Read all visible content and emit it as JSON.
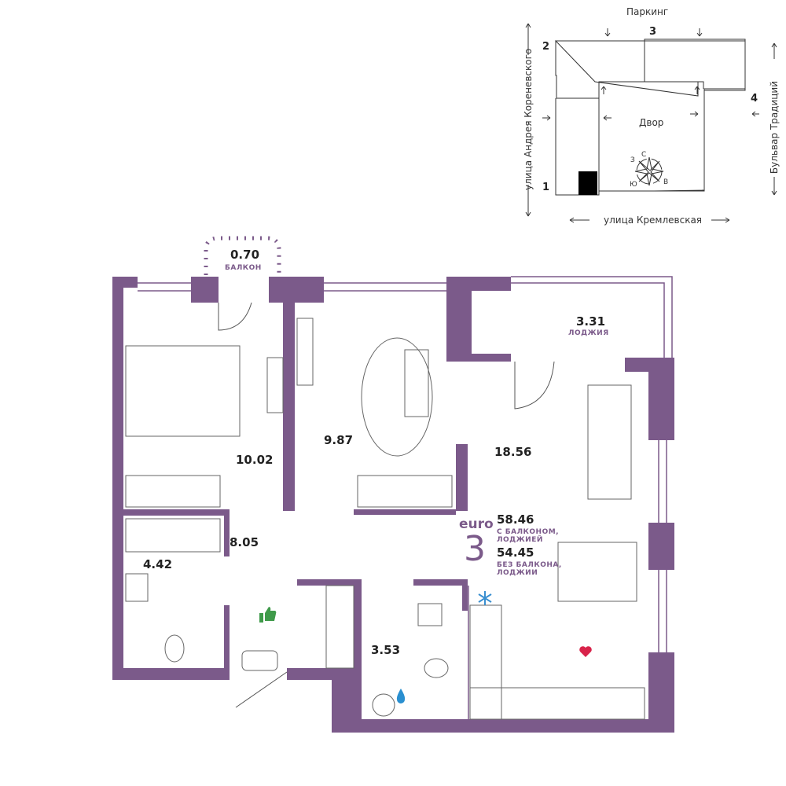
{
  "colors": {
    "wall": "#7b5a8a",
    "thumb": "#3f9a4a",
    "drop": "#2a8fd0",
    "heart": "#d8234a",
    "snow": "#3a8fd0"
  },
  "site_map": {
    "parking": "Паркинг",
    "yard": "Двор",
    "street_left": "улица Андрея Кореневского",
    "street_right": "Бульвар Традиций",
    "street_bottom": "улица Кремлевская",
    "sections": [
      "1",
      "2",
      "3",
      "4"
    ],
    "compass": {
      "n": "С",
      "s": "Ю",
      "w": "З",
      "e": "В"
    }
  },
  "rooms": {
    "balcony": {
      "area": "0.70",
      "label": "БАЛКОН"
    },
    "loggia": {
      "area": "3.31",
      "label": "ЛОДЖИЯ"
    },
    "bedroom1": {
      "area": "10.02"
    },
    "bedroom2": {
      "area": "9.87"
    },
    "living": {
      "area": "18.56"
    },
    "hall": {
      "area": "8.05"
    },
    "bathroom": {
      "area": "4.42"
    },
    "wc": {
      "area": "3.53"
    }
  },
  "summary": {
    "type": "euro",
    "rooms": "3",
    "area_with": "58.46",
    "area_with_label_1": "С БАЛКОНОМ,",
    "area_with_label_2": "ЛОДЖИЕЙ",
    "area_without": "54.45",
    "area_without_label_1": "БЕЗ БАЛКОНА,",
    "area_without_label_2": "ЛОДЖИИ"
  }
}
